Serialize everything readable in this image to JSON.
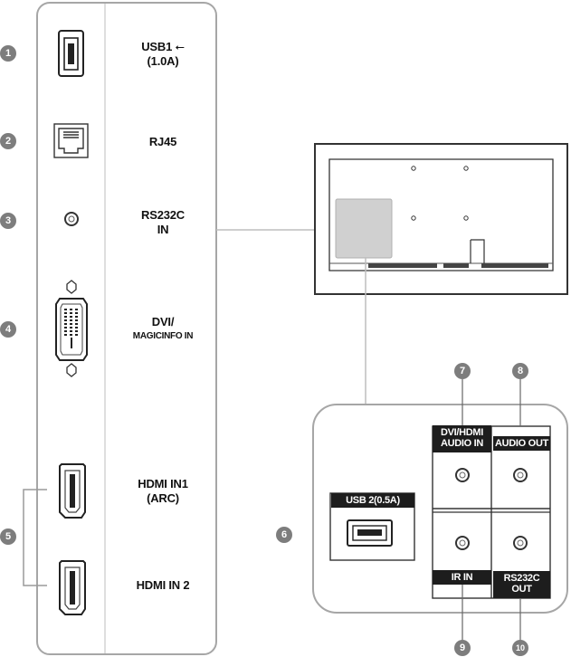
{
  "callouts": [
    "1",
    "2",
    "3",
    "4",
    "5",
    "6",
    "7",
    "8",
    "9",
    "10"
  ],
  "left_panel": {
    "usb1": {
      "line1": "USB1",
      "line2": "(1.0A)"
    },
    "rj45": "RJ45",
    "rs232c_in": {
      "line1": "RS232C",
      "line2": "IN"
    },
    "dvi": {
      "line1": "DVI/",
      "line2": "MAGICINFO IN"
    },
    "hdmi1": {
      "line1": "HDMI IN1",
      "line2": "(ARC)"
    },
    "hdmi2": "HDMI IN 2"
  },
  "right_panel": {
    "usb2": "USB 2(0.5A)",
    "dvi_hdmi_audio": {
      "line1": "DVI/HDMI",
      "line2": "AUDIO IN"
    },
    "audio_out": "AUDIO OUT",
    "ir_in": "IR IN",
    "rs232c_out": {
      "line1": "RS232C",
      "line2": "OUT"
    }
  },
  "colors": {
    "panel_stroke": "#a6a6a6",
    "callout": "#7d7d7d",
    "tag_bg": "#1d1d1d",
    "highlight": "#d0d0d0"
  }
}
